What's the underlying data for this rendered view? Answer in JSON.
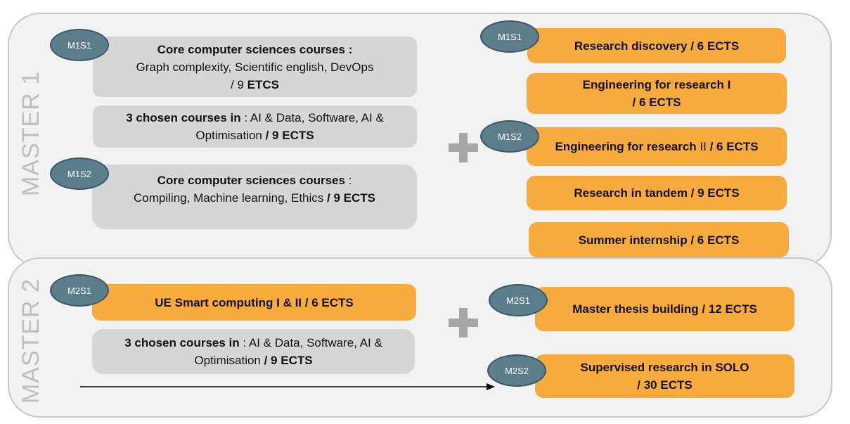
{
  "master1": {
    "label": "MASTER 1",
    "left": [
      {
        "tag": "M1S1",
        "title": "Core computer sciences courses :",
        "line2": "Graph complexity, Scientific english, DevOps",
        "line3_pre": "/ 9 ",
        "line3_bold": "ETCS"
      },
      {
        "bold": "3 chosen courses in",
        "text": " : AI & Data, Software, AI & Optimisation ",
        "bold2": "/ 9 ECTS"
      },
      {
        "tag": "M1S2",
        "title": "Core computer sciences courses",
        "title_suffix": " :",
        "line2": "Compiling, Machine learning, Ethics ",
        "line2_bold": "/ 9 ECTS"
      }
    ],
    "right": [
      {
        "tag": "M1S1",
        "label": "Research discovery / 6 ECTS"
      },
      {
        "label": "Engineering for research I",
        "line2": "/ 6 ECTS"
      },
      {
        "tag": "M1S2",
        "label": "Engineering for research ",
        "roman": "II",
        "suffix": " / 6 ECTS"
      },
      {
        "label": "Research in tandem / 9 ECTS"
      },
      {
        "label": "Summer internship / 6 ECTS"
      }
    ]
  },
  "master2": {
    "label": "MASTER 2",
    "left": [
      {
        "tag": "M2S1",
        "label": "UE Smart computing I & II / 6 ECTS"
      },
      {
        "bold": "3 chosen courses in",
        "text": " : AI & Data, Software, AI & Optimisation ",
        "bold2": "/ 9 ECTS"
      }
    ],
    "right": [
      {
        "tag": "M2S1",
        "label": "Master thesis building / 12 ECTS"
      },
      {
        "tag": "M2S2",
        "label": "Supervised research in SOLO",
        "line2": "/ 30 ECTS"
      }
    ]
  },
  "colors": {
    "orange": "#f8ab3d",
    "gray_box": "#d6d6d6",
    "tag": "#5c7d8c",
    "panel": "#f2f2f2"
  },
  "icons": [
    "plus-icon",
    "arrow-icon"
  ]
}
